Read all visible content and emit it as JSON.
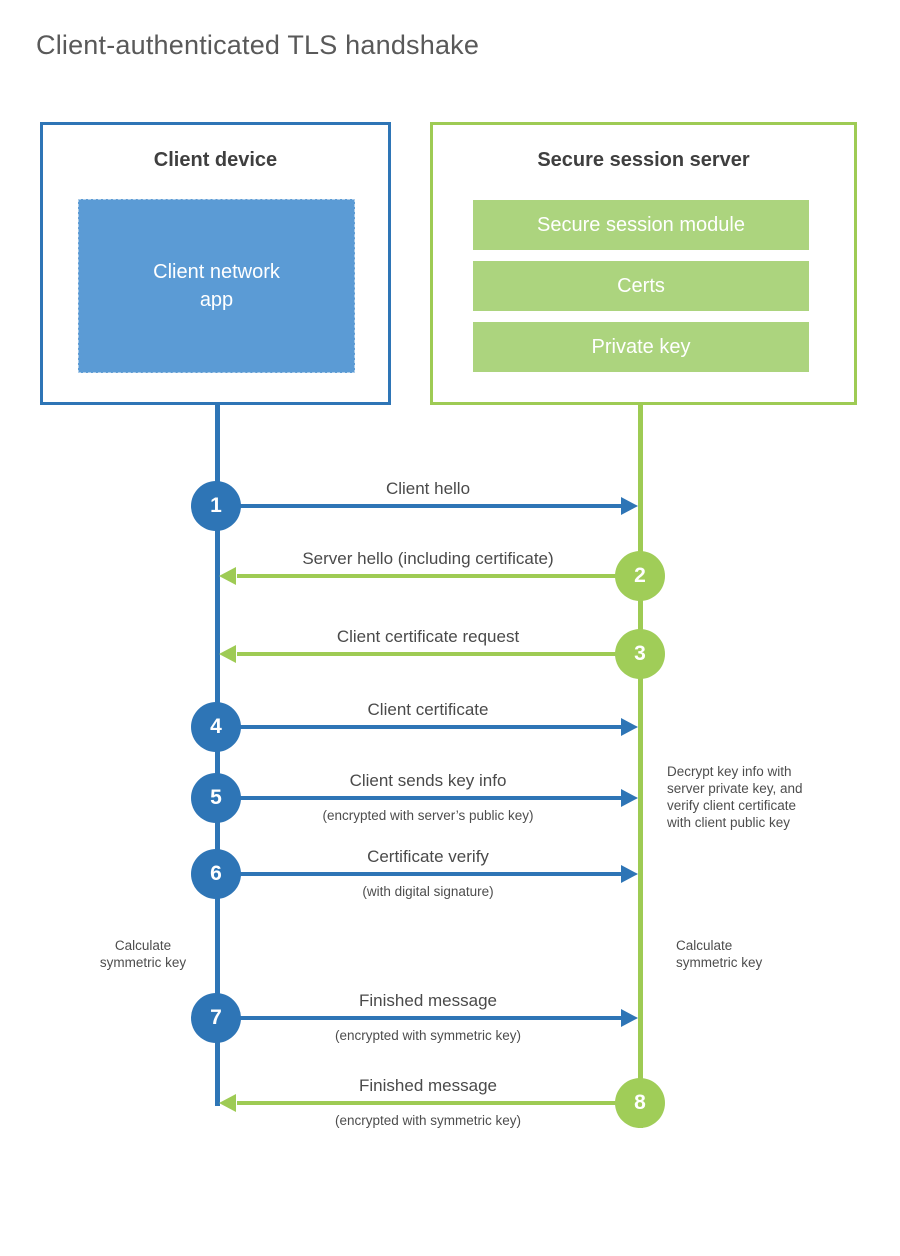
{
  "title": "Client-authenticated TLS handshake",
  "colors": {
    "blue_accent": "#2E75B6",
    "blue_fill": "#5B9BD5",
    "green_accent": "#9ECB54",
    "green_fill": "#ACD47E",
    "heading_text": "#3F3F3F",
    "label_text": "#4A4A4A",
    "title_text": "#595959"
  },
  "client": {
    "heading": "Client device",
    "app_label": "Client network\napp"
  },
  "server": {
    "heading": "Secure session server",
    "modules": [
      "Secure session module",
      "Certs",
      "Private key"
    ]
  },
  "steps": [
    {
      "number": "1",
      "label": "Client hello",
      "sublabel": "",
      "from": "client",
      "to": "server"
    },
    {
      "number": "2",
      "label": "Server hello (including certificate)",
      "sublabel": "",
      "from": "server",
      "to": "client"
    },
    {
      "number": "3",
      "label": "Client certificate request",
      "sublabel": "",
      "from": "server",
      "to": "client"
    },
    {
      "number": "4",
      "label": "Client certificate",
      "sublabel": "",
      "from": "client",
      "to": "server"
    },
    {
      "number": "5",
      "label": "Client sends key info",
      "sublabel": "(encrypted with server’s public key)",
      "from": "client",
      "to": "server"
    },
    {
      "number": "6",
      "label": "Certificate verify",
      "sublabel": "(with digital signature)",
      "from": "client",
      "to": "server"
    },
    {
      "number": "7",
      "label": "Finished message",
      "sublabel": "(encrypted with symmetric key)",
      "from": "client",
      "to": "server"
    },
    {
      "number": "8",
      "label": "Finished message",
      "sublabel": "(encrypted with symmetric key)",
      "from": "server",
      "to": "client"
    }
  ],
  "notes": {
    "decrypt": "Decrypt key info with\nserver private key, and\nverify client certificate\nwith client public key",
    "calc_left": "Calculate\nsymmetric key",
    "calc_right": "Calculate\nsymmetric key"
  }
}
